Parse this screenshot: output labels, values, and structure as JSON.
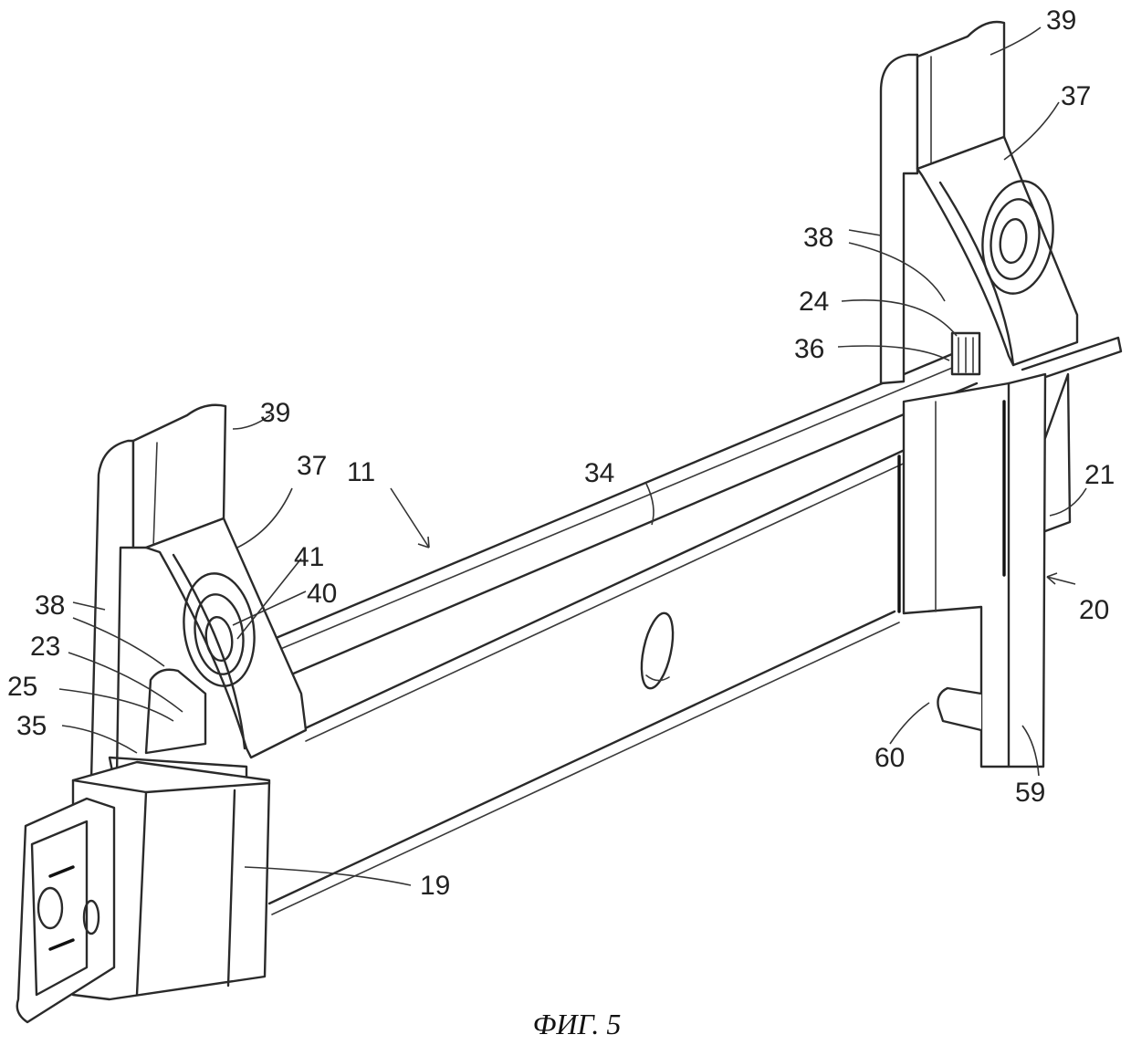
{
  "figure": {
    "caption": "ФИГ. 5",
    "labels": {
      "l39_right": "39",
      "l37_right": "37",
      "l38_right": "38",
      "l24": "24",
      "l36": "36",
      "l21": "21",
      "l20": "20",
      "l60": "60",
      "l59": "59",
      "l34": "34",
      "l11": "11",
      "l39_left": "39",
      "l37_left": "37",
      "l41": "41",
      "l40": "40",
      "l38_left": "38",
      "l23": "23",
      "l25": "25",
      "l35": "35",
      "l19": "19"
    }
  }
}
